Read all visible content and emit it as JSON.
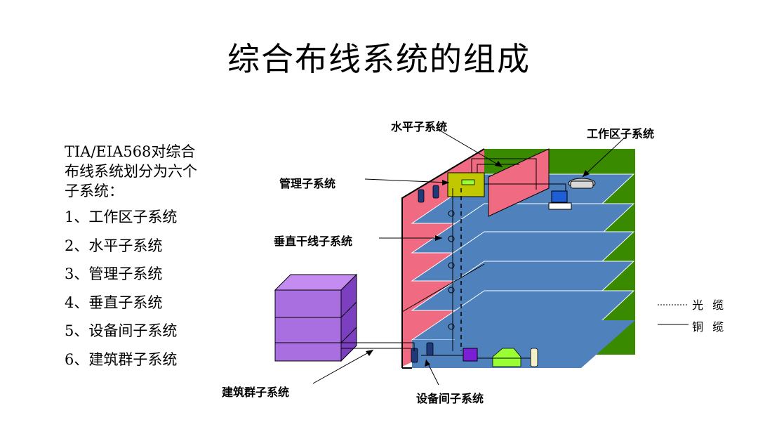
{
  "title": "综合布线系统的组成",
  "intro": "TIA/EIA568对综合布线系统划分为六个子系统：",
  "subsystems": [
    "1、工作区子系统",
    "2、水平子系统",
    "3、管理子系统",
    "4、垂直子系统",
    "5、设备间子系统",
    "6、建筑群子系统"
  ],
  "labels": {
    "horizontal": "水平子系统",
    "work_area": "工作区子系统",
    "management": "管理子系统",
    "vertical_backbone": "垂直干线子系统",
    "campus": "建筑群子系统",
    "equipment_room": "设备间子系统"
  },
  "legend": {
    "fiber": "光 缆",
    "copper": "铜 缆"
  },
  "colors": {
    "floor": "#4f81bd",
    "green_wall": "#3a8a00",
    "pink_wall": "#f06b82",
    "purple_block": "#a96fe0",
    "cabinet": "#c2c800",
    "device_green": "#99ff33"
  }
}
